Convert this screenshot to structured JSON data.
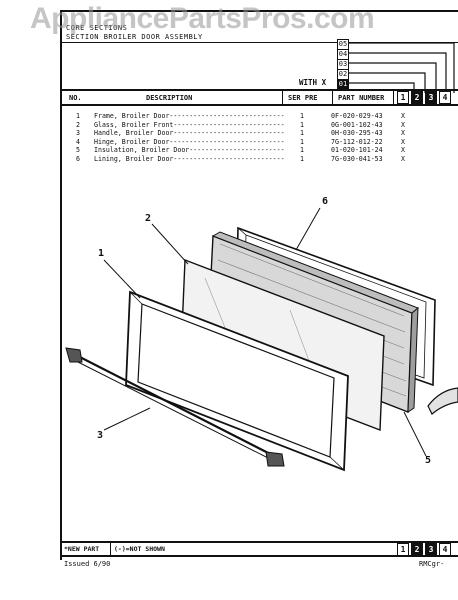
{
  "watermark": "AppliancePartsPros.com",
  "header": {
    "title_line1": "CORE SECTIONS",
    "title_line2": "SECTION BROILER DOOR ASSEMBLY",
    "with_x": "WITH X",
    "version_boxes": [
      "05",
      "04",
      "03",
      "02",
      "01"
    ]
  },
  "table": {
    "columns": [
      "NO.",
      "DESCRIPTION",
      "SER PRE",
      "PART NUMBER"
    ],
    "col_boxes": [
      "1",
      "2",
      "3",
      "4"
    ],
    "rows": [
      {
        "no": "1",
        "desc": "Frame, Broiler Door-----------------------------",
        "qty": "1",
        "part": "0F-020-029-43",
        "mark": "X"
      },
      {
        "no": "2",
        "desc": "Glass, Broiler Front----------------------------",
        "qty": "1",
        "part": "0G-001-102-43",
        "mark": "X"
      },
      {
        "no": "3",
        "desc": "Handle, Broiler Door----------------------------",
        "qty": "1",
        "part": "0H-030-295-43",
        "mark": "X"
      },
      {
        "no": "4",
        "desc": "Hinge, Broiler Door-----------------------------",
        "qty": "1",
        "part": "7G-112-012-22",
        "mark": "X"
      },
      {
        "no": "5",
        "desc": "Insulation, Broiler Door------------------------",
        "qty": "1",
        "part": "01-020-101-24",
        "mark": "X"
      },
      {
        "no": "6",
        "desc": "Lining, Broiler Door----------------------------",
        "qty": "1",
        "part": "7G-030-041-53",
        "mark": "X"
      }
    ]
  },
  "callouts": [
    "1",
    "2",
    "3",
    "5",
    "6"
  ],
  "footer": {
    "new_part": "*NEW PART",
    "not_shown": "(-)=NOT SHOWN",
    "boxes": [
      "1",
      "2",
      "3",
      "4"
    ],
    "issued": "Issued  6/90",
    "code": "RMCgr-"
  }
}
